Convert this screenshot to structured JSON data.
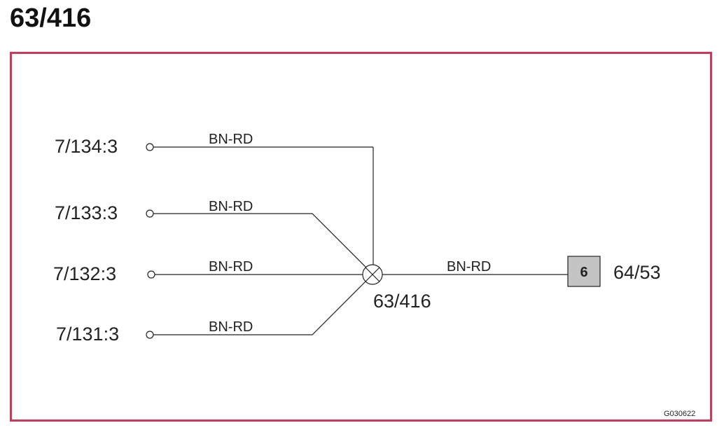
{
  "title": "63/416",
  "diagram": {
    "inputs": [
      {
        "label": "7/134:3",
        "wire": "BN-RD"
      },
      {
        "label": "7/133:3",
        "wire": "BN-RD"
      },
      {
        "label": "7/132:3",
        "wire": "BN-RD"
      },
      {
        "label": "7/131:3",
        "wire": "BN-RD"
      }
    ],
    "splice": {
      "label": "63/416"
    },
    "output": {
      "wire": "BN-RD",
      "pin": "6",
      "label": "64/53"
    },
    "reference": "G030622",
    "colors": {
      "frame": "#d0385a",
      "pin_box": "#c4c4c4",
      "line": "#222222"
    }
  }
}
